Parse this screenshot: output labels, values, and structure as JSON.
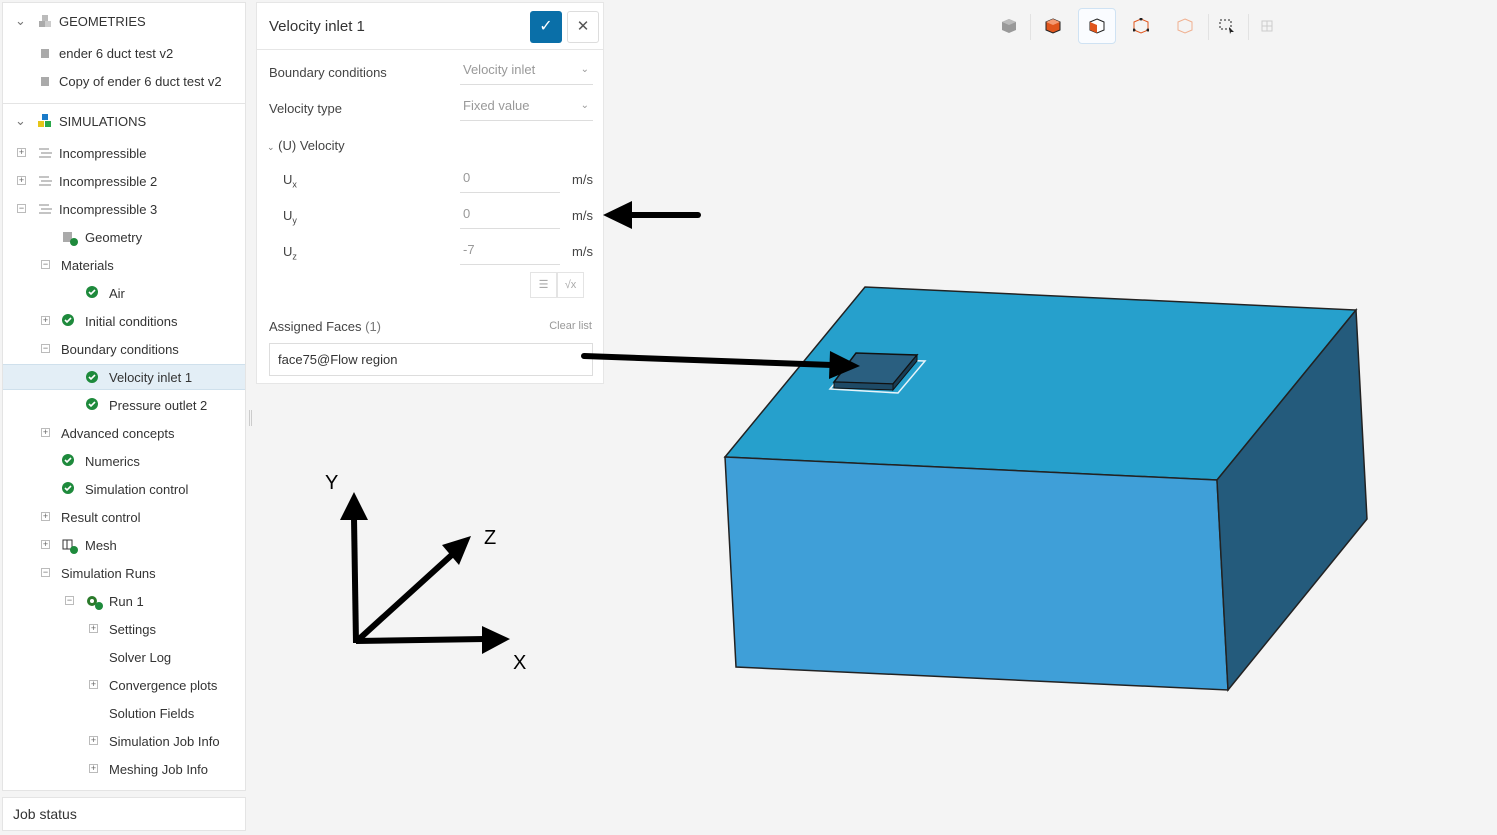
{
  "tree": {
    "geometries": {
      "label": "GEOMETRIES",
      "items": [
        "ender 6 duct test v2",
        "Copy of ender 6 duct test v2"
      ]
    },
    "simulations": {
      "label": "SIMULATIONS",
      "items": [
        {
          "label": "Incompressible",
          "level": 0,
          "toggle": "+",
          "icon": "lines"
        },
        {
          "label": "Incompressible 2",
          "level": 0,
          "toggle": "+",
          "icon": "lines"
        },
        {
          "label": "Incompressible 3",
          "level": 0,
          "toggle": "-",
          "icon": "lines"
        },
        {
          "label": "Geometry",
          "level": 1,
          "toggle": "",
          "icon": "geometry-check"
        },
        {
          "label": "Materials",
          "level": 1,
          "toggle": "-",
          "icon": ""
        },
        {
          "label": "Air",
          "level": 2,
          "toggle": "",
          "icon": "check"
        },
        {
          "label": "Initial conditions",
          "level": 1,
          "toggle": "+",
          "icon": "check"
        },
        {
          "label": "Boundary conditions",
          "level": 1,
          "toggle": "-",
          "icon": ""
        },
        {
          "label": "Velocity inlet 1",
          "level": 2,
          "toggle": "",
          "icon": "check",
          "selected": true
        },
        {
          "label": "Pressure outlet 2",
          "level": 2,
          "toggle": "",
          "icon": "check"
        },
        {
          "label": "Advanced concepts",
          "level": 1,
          "toggle": "+",
          "icon": ""
        },
        {
          "label": "Numerics",
          "level": 1,
          "toggle": "",
          "icon": "check"
        },
        {
          "label": "Simulation control",
          "level": 1,
          "toggle": "",
          "icon": "check"
        },
        {
          "label": "Result control",
          "level": 1,
          "toggle": "+",
          "icon": ""
        },
        {
          "label": "Mesh",
          "level": 1,
          "toggle": "+",
          "icon": "mesh-check"
        },
        {
          "label": "Simulation Runs",
          "level": 1,
          "toggle": "-",
          "icon": ""
        },
        {
          "label": "Run 1",
          "level": 2,
          "toggle": "-",
          "icon": "gear-check"
        },
        {
          "label": "Settings",
          "level": 3,
          "toggle": "+",
          "icon": ""
        },
        {
          "label": "Solver Log",
          "level": 3,
          "toggle": "",
          "icon": ""
        },
        {
          "label": "Convergence plots",
          "level": 3,
          "toggle": "+",
          "icon": ""
        },
        {
          "label": "Solution Fields",
          "level": 3,
          "toggle": "",
          "icon": ""
        },
        {
          "label": "Simulation Job Info",
          "level": 3,
          "toggle": "+",
          "icon": ""
        },
        {
          "label": "Meshing Job Info",
          "level": 3,
          "toggle": "+",
          "icon": ""
        }
      ]
    }
  },
  "job_status": "Job status",
  "panel": {
    "title": "Velocity inlet 1",
    "boundary_conditions_label": "Boundary conditions",
    "boundary_conditions_value": "Velocity inlet",
    "velocity_type_label": "Velocity type",
    "velocity_type_value": "Fixed value",
    "velocity_section": "(U) Velocity",
    "ux": {
      "label": "U",
      "sub": "x",
      "value": "0",
      "unit": "m/s"
    },
    "uy": {
      "label": "U",
      "sub": "y",
      "value": "0",
      "unit": "m/s"
    },
    "uz": {
      "label": "U",
      "sub": "z",
      "value": "-7",
      "unit": "m/s"
    },
    "assigned_faces_label": "Assigned Faces",
    "assigned_faces_count": "(1)",
    "clear_list": "Clear list",
    "face": "face75@Flow region"
  },
  "axes": {
    "x": "X",
    "y": "Y",
    "z": "Z"
  },
  "colors": {
    "accent": "#0a6fa8",
    "top": "#26a0cc",
    "front": "#3f9fd8",
    "side": "#245b7c",
    "check": "#1e8a3c"
  }
}
